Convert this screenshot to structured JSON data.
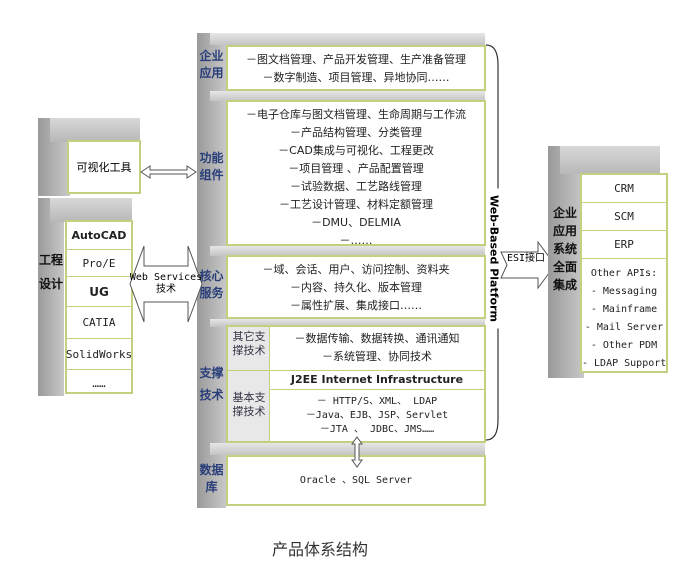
{
  "center": {
    "enterprise_app": {
      "label": "企业应用",
      "lines": [
        "－图文档管理、产品开发管理、生产准备管理",
        "－数字制造、项目管理、异地协同……"
      ]
    },
    "function_components": {
      "label": "功能组件",
      "lines": [
        "－电子仓库与图文档管理、生命周期与工作流",
        "－产品结构管理、分类管理",
        "－CAD集成与可视化、工程更改",
        "－项目管理 、产品配置管理",
        "－试验数据、工艺路线管理",
        "－工艺设计管理、材料定额管理",
        "－DMU、DELMIA",
        "－……"
      ]
    },
    "core_services": {
      "label": "核心服务",
      "lines": [
        "－域、会话、用户、访问控制、资料夹",
        "－内容、持久化、版本管理",
        "－属性扩展、集成接口……"
      ]
    },
    "support_tech": {
      "label": "支撑技术",
      "other_label": "其它支撑技术",
      "other_lines": [
        "－数据传输、数据转换、通讯通知",
        "－系统管理、协同技术"
      ],
      "j2ee": "J2EE Internet Infrastructure",
      "basic_label": "基本支撑技术",
      "basic_lines": [
        "－ HTTP/S、XML、 LDAP",
        "－Java、EJB、JSP、Servlet",
        "－JTA 、 JDBC、JMS……"
      ]
    },
    "database": {
      "label": "数据库",
      "text": "Oracle 、SQL Server"
    }
  },
  "platform_label": "Web-Based Platform",
  "esi_label": "ESI接口",
  "left": {
    "visual_tool": "可视化工具",
    "eng_design": {
      "label": "工程设计",
      "items": [
        "AutoCAD",
        "Pro/E",
        "UG",
        "CATIA",
        "SolidWorks",
        "……"
      ]
    },
    "web_services": [
      "Web Services",
      "技术"
    ]
  },
  "right": {
    "label": "企业应用系统全面集成",
    "items": [
      "CRM",
      "SCM",
      "ERP"
    ],
    "other_title": "Other APIs:",
    "other_items": [
      "-  Messaging",
      "-  Mainframe",
      "-  Mail Server",
      "-  Other PDM",
      "-  LDAP Support"
    ]
  },
  "caption": "产品体系结构"
}
